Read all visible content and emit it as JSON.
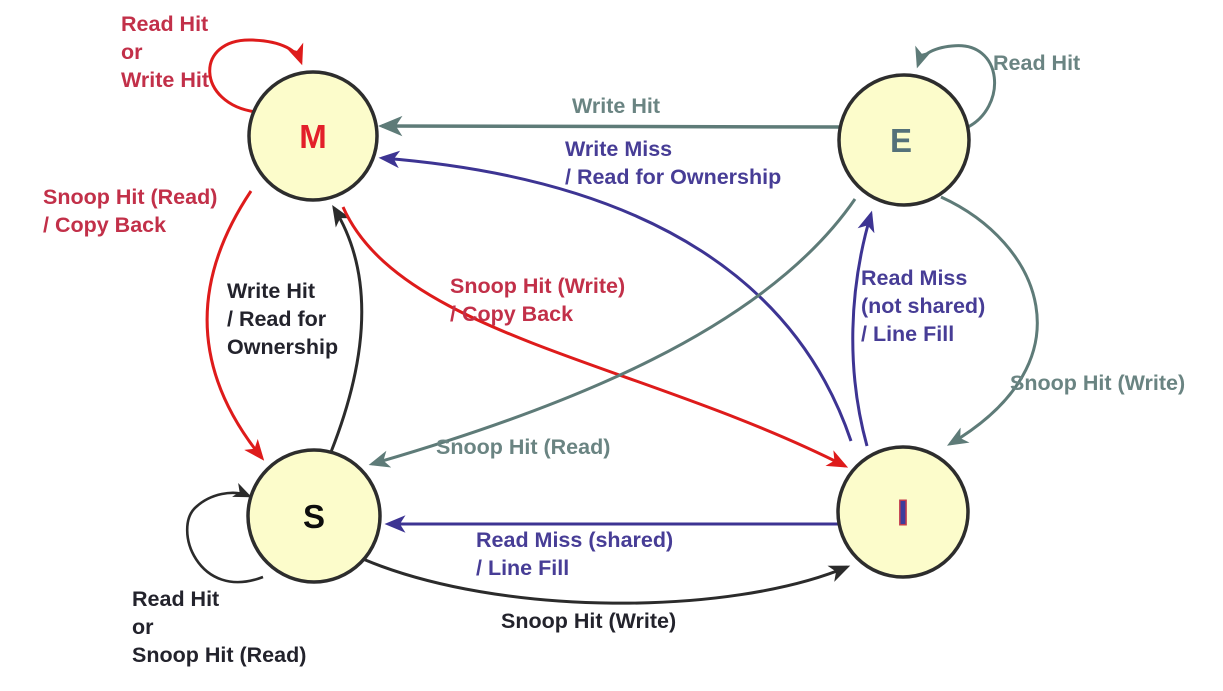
{
  "diagram": {
    "type": "state-machine",
    "subject": "MESI cache coherence protocol state diagram",
    "states": {
      "m": {
        "label": "M",
        "color": "#E3202A"
      },
      "e": {
        "label": "E",
        "color": "#547179"
      },
      "s": {
        "label": "S",
        "color": "#0D0D0D"
      },
      "i": {
        "label": "I",
        "color": "#3D3D9C"
      }
    },
    "transitions": {
      "m_self": {
        "from": "M",
        "to": "M",
        "label": "Read Hit\nor\nWrite Hit",
        "color_group": "red"
      },
      "m_to_s": {
        "from": "M",
        "to": "S",
        "label": "Snoop Hit (Read)\n/ Copy Back",
        "color_group": "red"
      },
      "m_to_i": {
        "from": "M",
        "to": "I",
        "label": "Snoop Hit (Write)\n/ Copy Back",
        "color_group": "red"
      },
      "e_self": {
        "from": "E",
        "to": "E",
        "label": "Read Hit",
        "color_group": "teal"
      },
      "e_to_m": {
        "from": "E",
        "to": "M",
        "label": "Write Hit",
        "color_group": "teal"
      },
      "e_to_s": {
        "from": "E",
        "to": "S",
        "label": "Snoop Hit (Read)",
        "color_group": "teal"
      },
      "e_to_i": {
        "from": "E",
        "to": "I",
        "label": "Snoop Hit (Write)",
        "color_group": "teal"
      },
      "i_to_m": {
        "from": "I",
        "to": "M",
        "label": "Write Miss\n/ Read for Ownership",
        "color_group": "purple"
      },
      "i_to_e": {
        "from": "I",
        "to": "E",
        "label": "Read Miss\n(not shared)\n/ Line Fill",
        "color_group": "purple"
      },
      "i_to_s": {
        "from": "I",
        "to": "S",
        "label": "Read Miss (shared)\n/ Line Fill",
        "color_group": "purple"
      },
      "s_to_m": {
        "from": "S",
        "to": "M",
        "label": "Write Hit\n/ Read for\nOwnership",
        "color_group": "black"
      },
      "s_self": {
        "from": "S",
        "to": "S",
        "label": "Read Hit\nor\nSnoop Hit (Read)",
        "color_group": "black"
      },
      "s_to_i": {
        "from": "S",
        "to": "I",
        "label": "Snoop Hit (Write)",
        "color_group": "black"
      }
    },
    "colors": {
      "node_fill": "#FCFCCB",
      "node_border": "#2D2D2D",
      "red_arrow": "#DE1B1B",
      "red_label": "#C23049",
      "teal_arrow": "#5E7B78",
      "teal_label": "#6A8482",
      "purple_arrow": "#3D3493",
      "purple_label": "#473D96",
      "black_arrow": "#2B2B2B",
      "black_label": "#23232C",
      "state_i_fringe": "#C23B4E"
    }
  }
}
